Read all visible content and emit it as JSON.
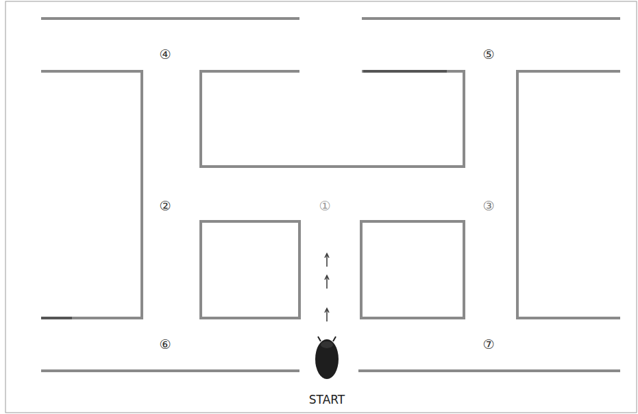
{
  "diagram": {
    "labels": [
      "④",
      "⑤",
      "②",
      "①",
      "③",
      "⑥",
      "⑦",
      "START"
    ]
  }
}
